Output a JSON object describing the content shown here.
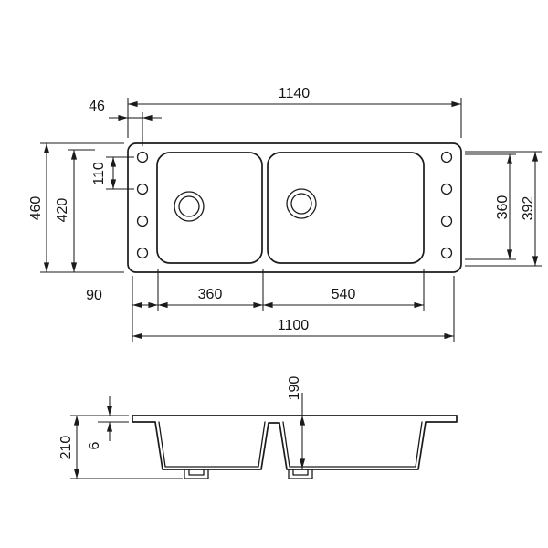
{
  "style": {
    "line_color": "#1b1b1b",
    "background": "#ffffff"
  },
  "top_view": {
    "dim_overall_width": "1140",
    "dim_hole_inset": "46",
    "dim_hole_pitch": "110",
    "dim_overall_depth": "460",
    "dim_inner_depth": "420",
    "dim_bowl_depth_inner": "360",
    "dim_bowl_depth_outer": "392",
    "dim_left_margin": "90",
    "dim_left_bowl_width": "360",
    "dim_right_bowl_width": "540",
    "dim_inner_width": "1100"
  },
  "section_view": {
    "dim_bowl_depth": "190",
    "dim_rim_thickness": "6",
    "dim_overall_height": "210"
  }
}
